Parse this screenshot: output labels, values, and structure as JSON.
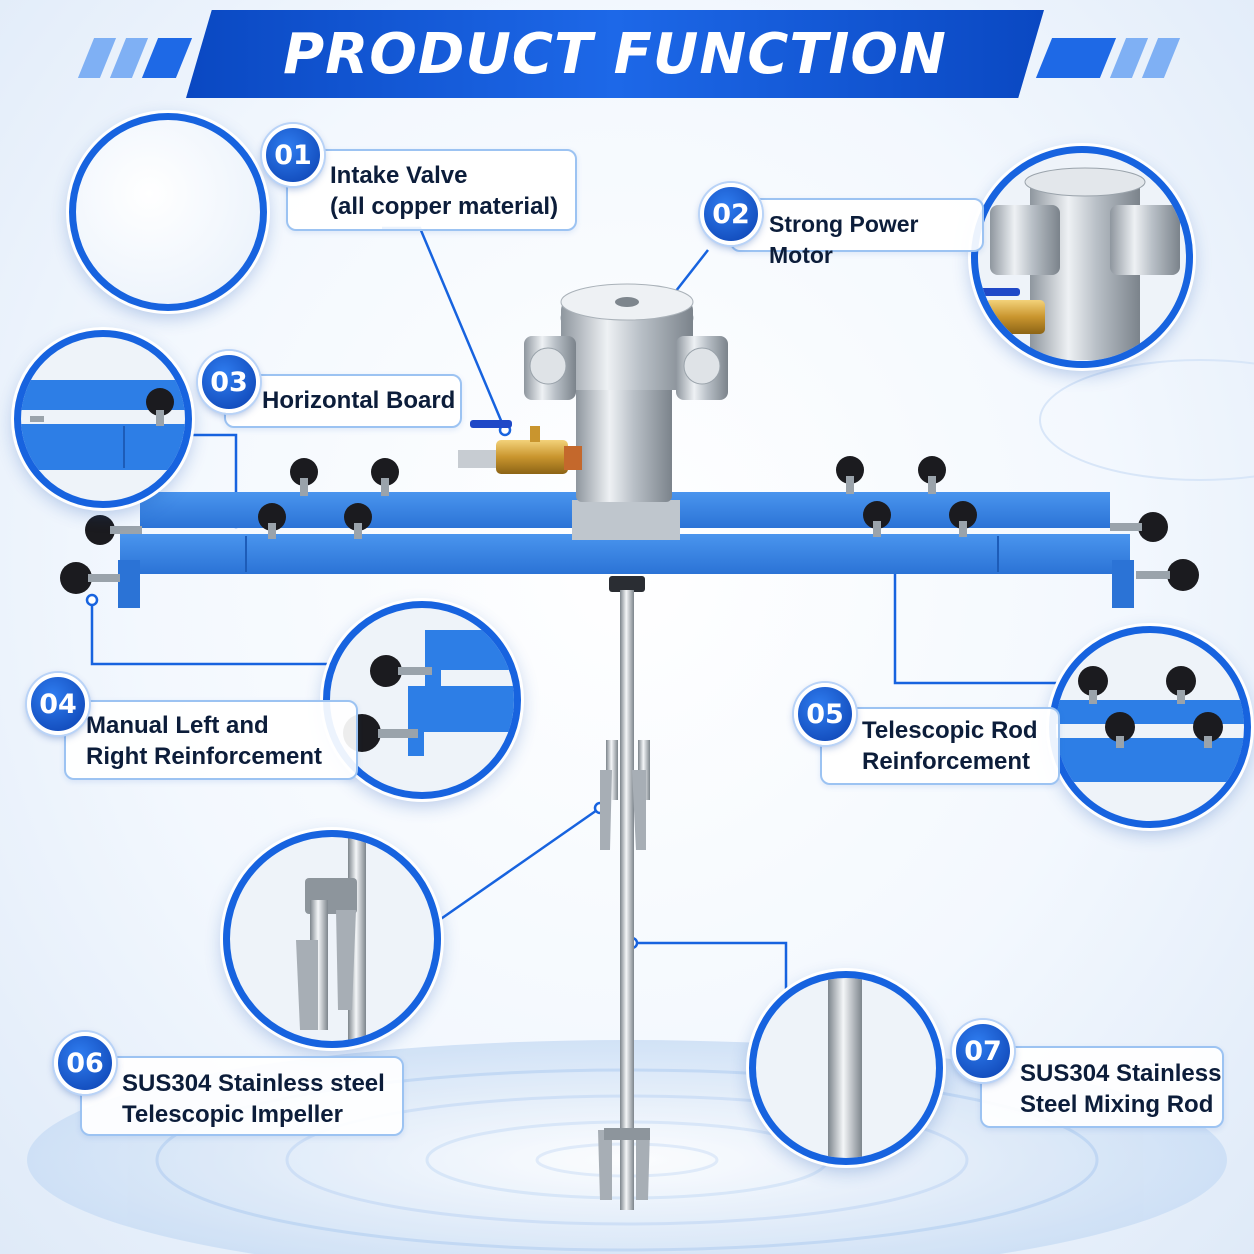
{
  "header": {
    "title": "PRODUCT FUNCTION"
  },
  "colors": {
    "brand_blue": "#1763df",
    "dark_text": "#0c1d3a",
    "box_border": "#9cc3f2",
    "frame_blue": "#2d7ee6"
  },
  "features": [
    {
      "number": "01",
      "label": "Intake Valve\n(all copper material)",
      "icon": "ball-valve-icon"
    },
    {
      "number": "02",
      "label": "Strong Power Motor",
      "icon": "air-motor-icon"
    },
    {
      "number": "03",
      "label": "Horizontal Board",
      "icon": "horizontal-board-icon"
    },
    {
      "number": "04",
      "label": "Manual Left and\nRight Reinforcement",
      "icon": "side-clamp-icon"
    },
    {
      "number": "05",
      "label": "Telescopic Rod\nReinforcement",
      "icon": "rod-knob-icon"
    },
    {
      "number": "06",
      "label": "SUS304 Stainless steel\nTelescopic Impeller",
      "icon": "impeller-icon"
    },
    {
      "number": "07",
      "label": "SUS304 Stainless\nSteel Mixing Rod",
      "icon": "mixing-rod-icon"
    }
  ]
}
